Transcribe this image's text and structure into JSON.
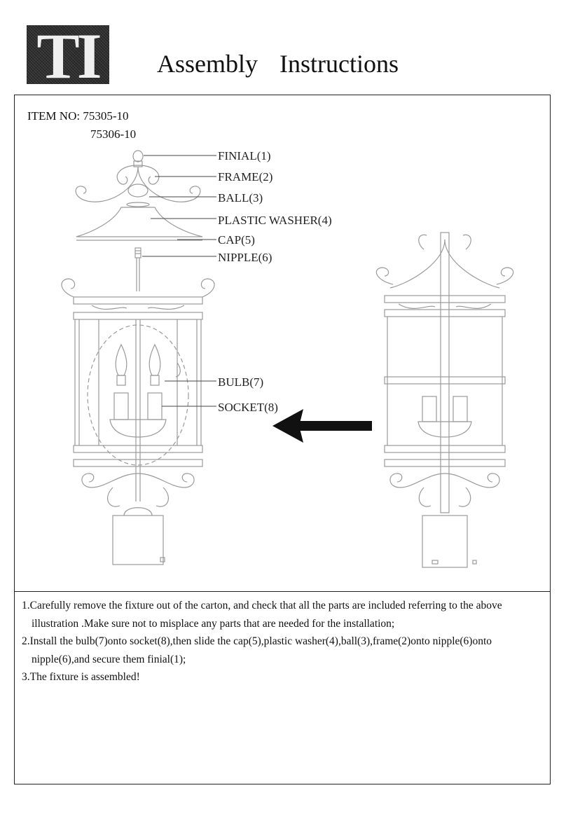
{
  "header": {
    "logo_text": "TI",
    "title": "Assembly Instructions"
  },
  "item": {
    "label": "ITEM NO: 75305-10",
    "second_number": "75306-10"
  },
  "parts": [
    {
      "label": "FINIAL(1)"
    },
    {
      "label": "FRAME(2)"
    },
    {
      "label": "BALL(3)"
    },
    {
      "label": "PLASTIC WASHER(4)"
    },
    {
      "label": "CAP(5)"
    },
    {
      "label": "NIPPLE(6)"
    },
    {
      "label": "BULB(7)"
    },
    {
      "label": "SOCKET(8)"
    }
  ],
  "steps": [
    "1.Carefully remove the fixture out of the carton, and check that all the parts are included referring to the above illustration .Make sure not to misplace any parts that are needed for the installation;",
    "2.Install the bulb(7)onto socket(8),then slide the cap(5),plastic washer(4),ball(3),frame(2)onto nipple(6)onto nipple(6),and secure them finial(1);",
    "3.The fixture is assembled!"
  ]
}
